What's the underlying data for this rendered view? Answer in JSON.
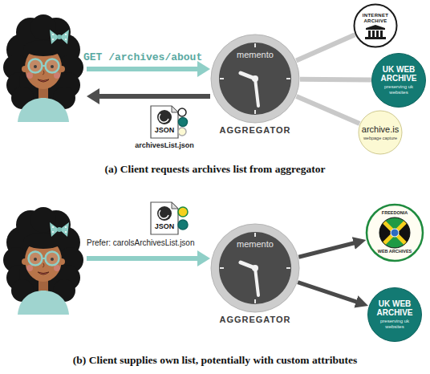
{
  "diagram": {
    "nodes": [
      {
        "text": [
          "memento",
          "AGGREGATOR"
        ]
      },
      {
        "text": [
          "INTERNET ARCHIVE"
        ]
      },
      {
        "text": [
          "UK WEB ARCHIVE",
          "preserving uk websites"
        ]
      },
      {
        "text": [
          "archive.is",
          "webpage capture"
        ]
      },
      {
        "text": [
          "JSON",
          "archivesList.json"
        ]
      },
      {
        "text": [
          "JSON"
        ]
      },
      {
        "text": [
          "memento",
          "AGGREGATOR"
        ]
      },
      {
        "text": [
          "FREEDONIA",
          "WEB ARCHIVES"
        ]
      },
      {
        "text": [
          "UK WEB ARCHIVE",
          "preserving uk websites"
        ]
      }
    ],
    "edges": [
      {
        "from": 0,
        "to": 1,
        "arrow": "none"
      },
      {
        "from": 0,
        "to": 2,
        "arrow": "none"
      },
      {
        "from": 0,
        "to": 3,
        "arrow": "none"
      },
      {
        "from": 6,
        "to": 7,
        "arrow": "to"
      },
      {
        "from": 6,
        "to": 8,
        "arrow": "to"
      }
    ],
    "labels": [
      "GET /archives/about",
      "(a) Client requests archives list from aggregator",
      "Prefer: carolsArchivesList.json",
      "(b) Client supplies own list, potentially with custom attributes"
    ]
  }
}
